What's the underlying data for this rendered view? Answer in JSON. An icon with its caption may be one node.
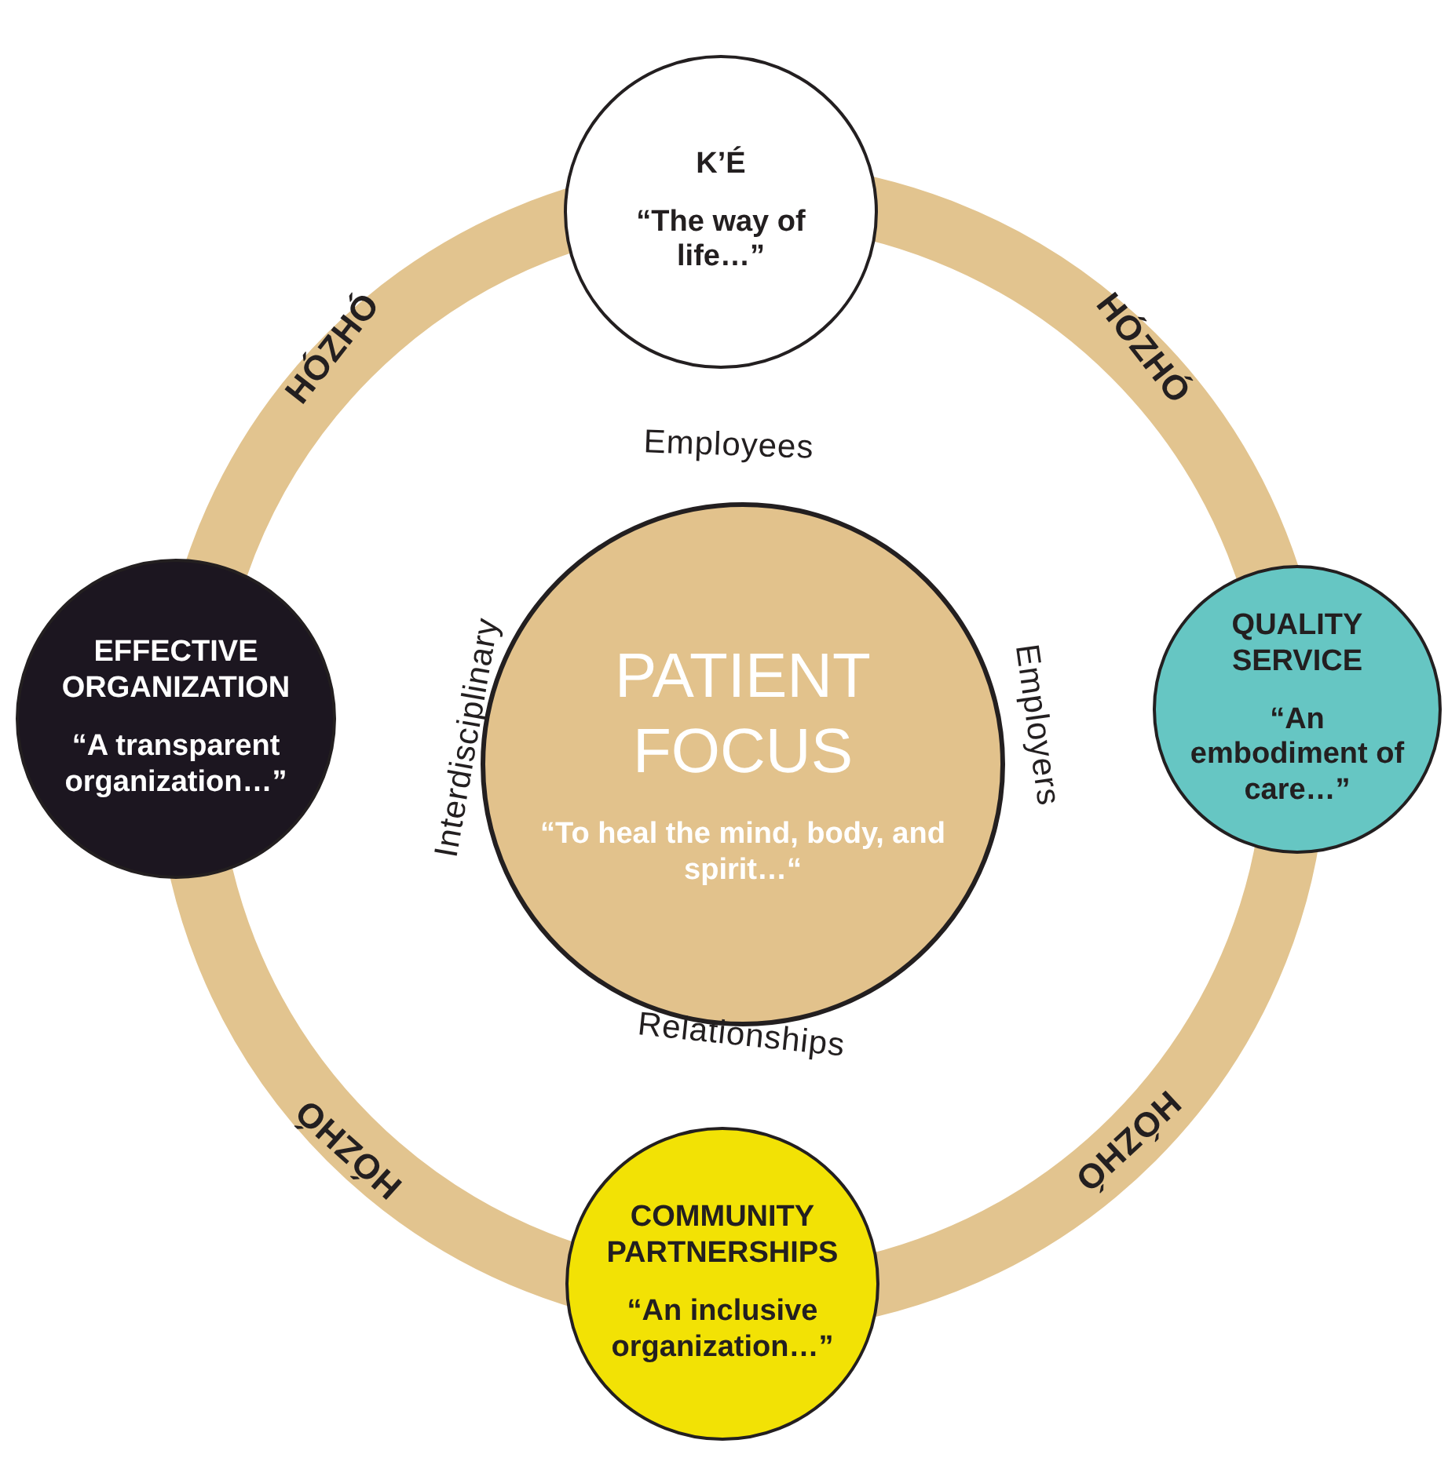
{
  "diagram": {
    "nodes": [
      {
        "text": [
          "K’É",
          "“The way of life…”"
        ]
      },
      {
        "text": [
          "EFFECTIVE ORGANIZATION",
          "“A transparent organization…”"
        ]
      },
      {
        "text": [
          "PATIENT FOCUS",
          "“To heal the mind, body, and spirit…“"
        ]
      },
      {
        "text": [
          "QUALITY SERVICE",
          "“An embodiment of care…”"
        ]
      },
      {
        "text": [
          "COMMUNITY PARTNERSHIPS",
          "“An inclusive organization…”"
        ]
      }
    ],
    "labels": [
      "HÓZHÓ",
      "HÓZHÓ",
      "Employees",
      "Interdisciplinary",
      "Employers",
      "Relationships",
      "HÓZHÓ",
      "HÓZHÓ"
    ]
  }
}
